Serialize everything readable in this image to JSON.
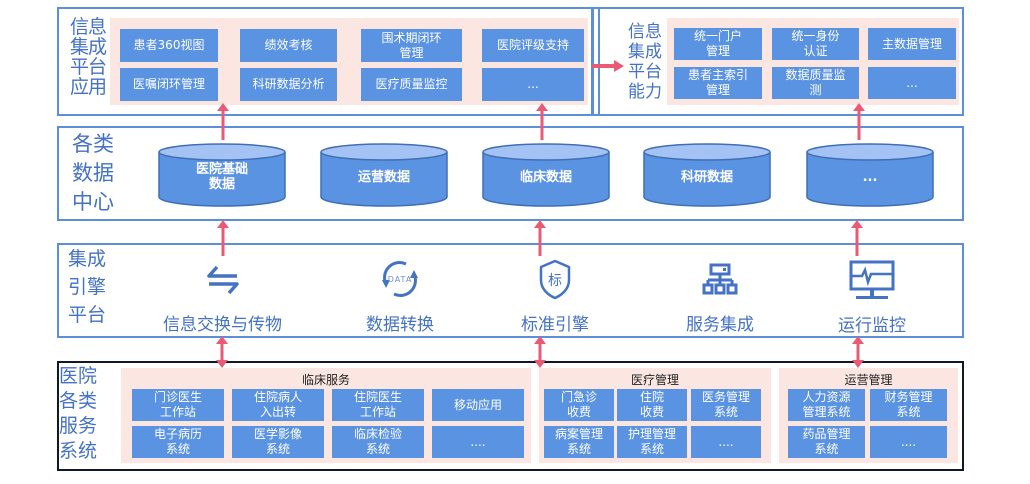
{
  "colors": {
    "layer_border": "#5b8fd9",
    "bottom_border": "#111827",
    "tile_fill": "#5b93e3",
    "group_fill": "#fbe6e1",
    "label_text": "#4472c4",
    "arrow": "#ea5a75",
    "cylinder_top": "#a4c2f4",
    "cylinder_body": "#5b93e3"
  },
  "app_layer": {
    "label": "信息\n集成\n平台\n应用",
    "tiles": [
      "患者360视图",
      "绩效考核",
      "围术期闭环\n管理",
      "医院评级支持",
      "医嘱闭环管理",
      "科研数据分析",
      "医疗质量监控",
      "..."
    ]
  },
  "capability_layer": {
    "label": "信息\n集成\n平台\n能力",
    "tiles": [
      "统一门户\n管理",
      "统一身份\n认证",
      "主数据管理",
      "患者主索引\n管理",
      "数据质量监\n测",
      "..."
    ]
  },
  "data_center": {
    "label": "各类\n数据\n中心",
    "cylinders": [
      "医院基础\n数据",
      "运营数据",
      "临床数据",
      "科研数据",
      "..."
    ]
  },
  "engine_platform": {
    "label": "集成\n引擎\n平台",
    "items": [
      {
        "icon": "exchange-arrows-icon",
        "label": "信息交换与传物"
      },
      {
        "icon": "data-refresh-icon",
        "label": "数据转换",
        "icon_text": "DATA"
      },
      {
        "icon": "shield-standard-icon",
        "label": "标准引擎",
        "icon_text": "标"
      },
      {
        "icon": "network-hierarchy-icon",
        "label": "服务集成"
      },
      {
        "icon": "monitor-pulse-icon",
        "label": "运行监控"
      }
    ]
  },
  "hospital_systems": {
    "label": "医院\n各类\n服务\n系统",
    "groups": [
      {
        "title": "临床服务",
        "tiles": [
          "门诊医生\n工作站",
          "住院病人\n入出转",
          "住院医生\n工作站",
          "移动应用",
          "电子病历\n系统",
          "医学影像\n系统",
          "临床检验\n系统",
          "...."
        ]
      },
      {
        "title": "医疗管理",
        "tiles": [
          "门急诊\n收费",
          "住院\n收费",
          "医务管理\n系统",
          "病案管理\n系统",
          "护理管理\n系统",
          "...."
        ]
      },
      {
        "title": "运营管理",
        "tiles": [
          "人力资源\n管理系统",
          "财务管理\n系统",
          "药品管理\n系统",
          "...."
        ]
      }
    ]
  }
}
